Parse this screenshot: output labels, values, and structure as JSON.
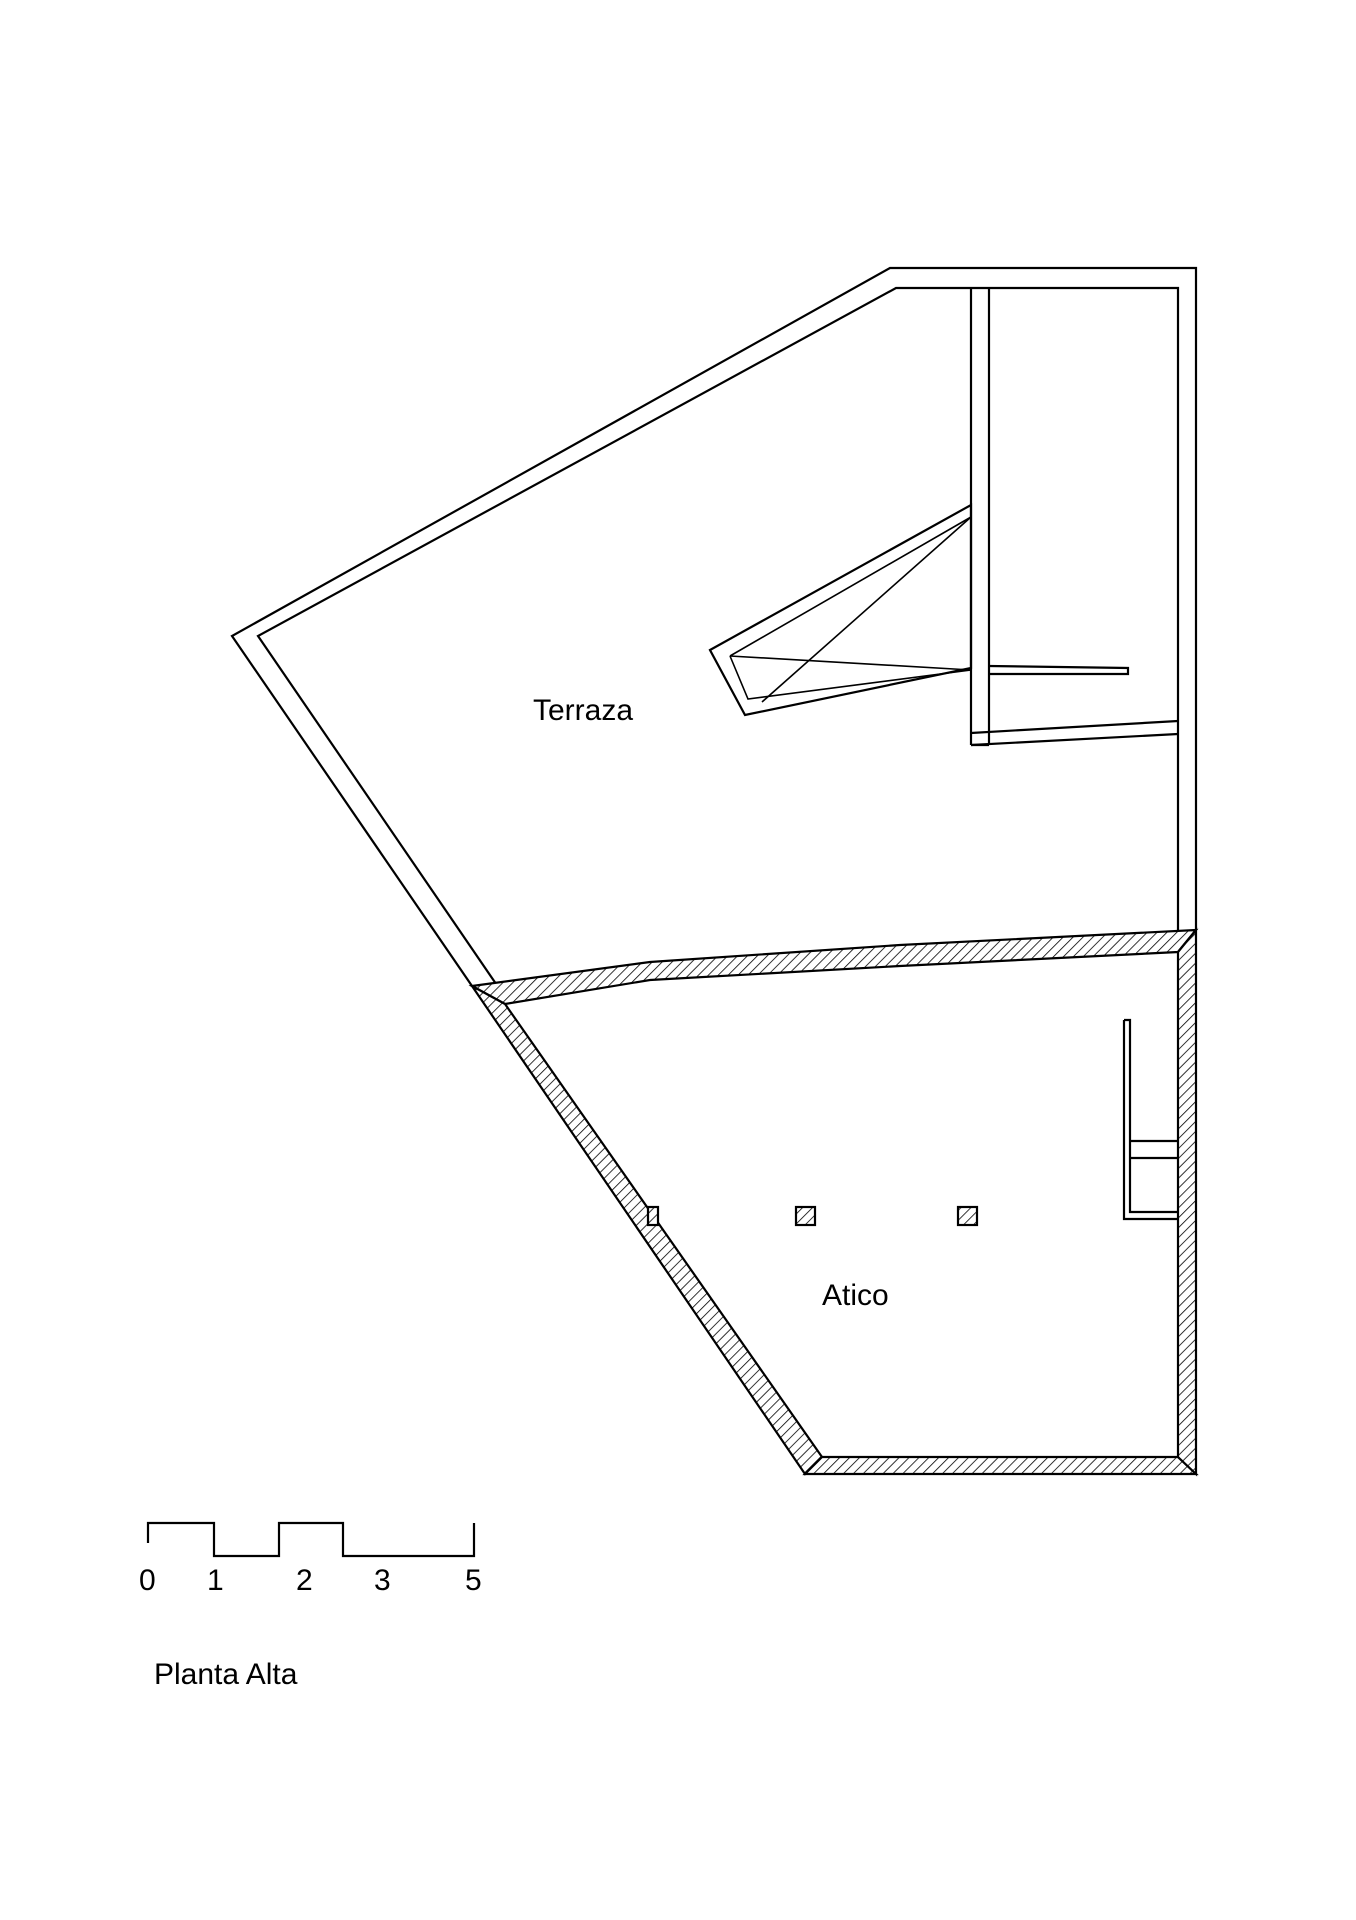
{
  "drawing": {
    "rooms": {
      "terrace": "Terraza",
      "attic": "Atico"
    },
    "scale_bar": {
      "labels": [
        "0",
        "1",
        "2",
        "3",
        "5"
      ]
    },
    "caption": "Planta Alta"
  },
  "colors": {
    "line": "#000000",
    "background": "#ffffff"
  }
}
